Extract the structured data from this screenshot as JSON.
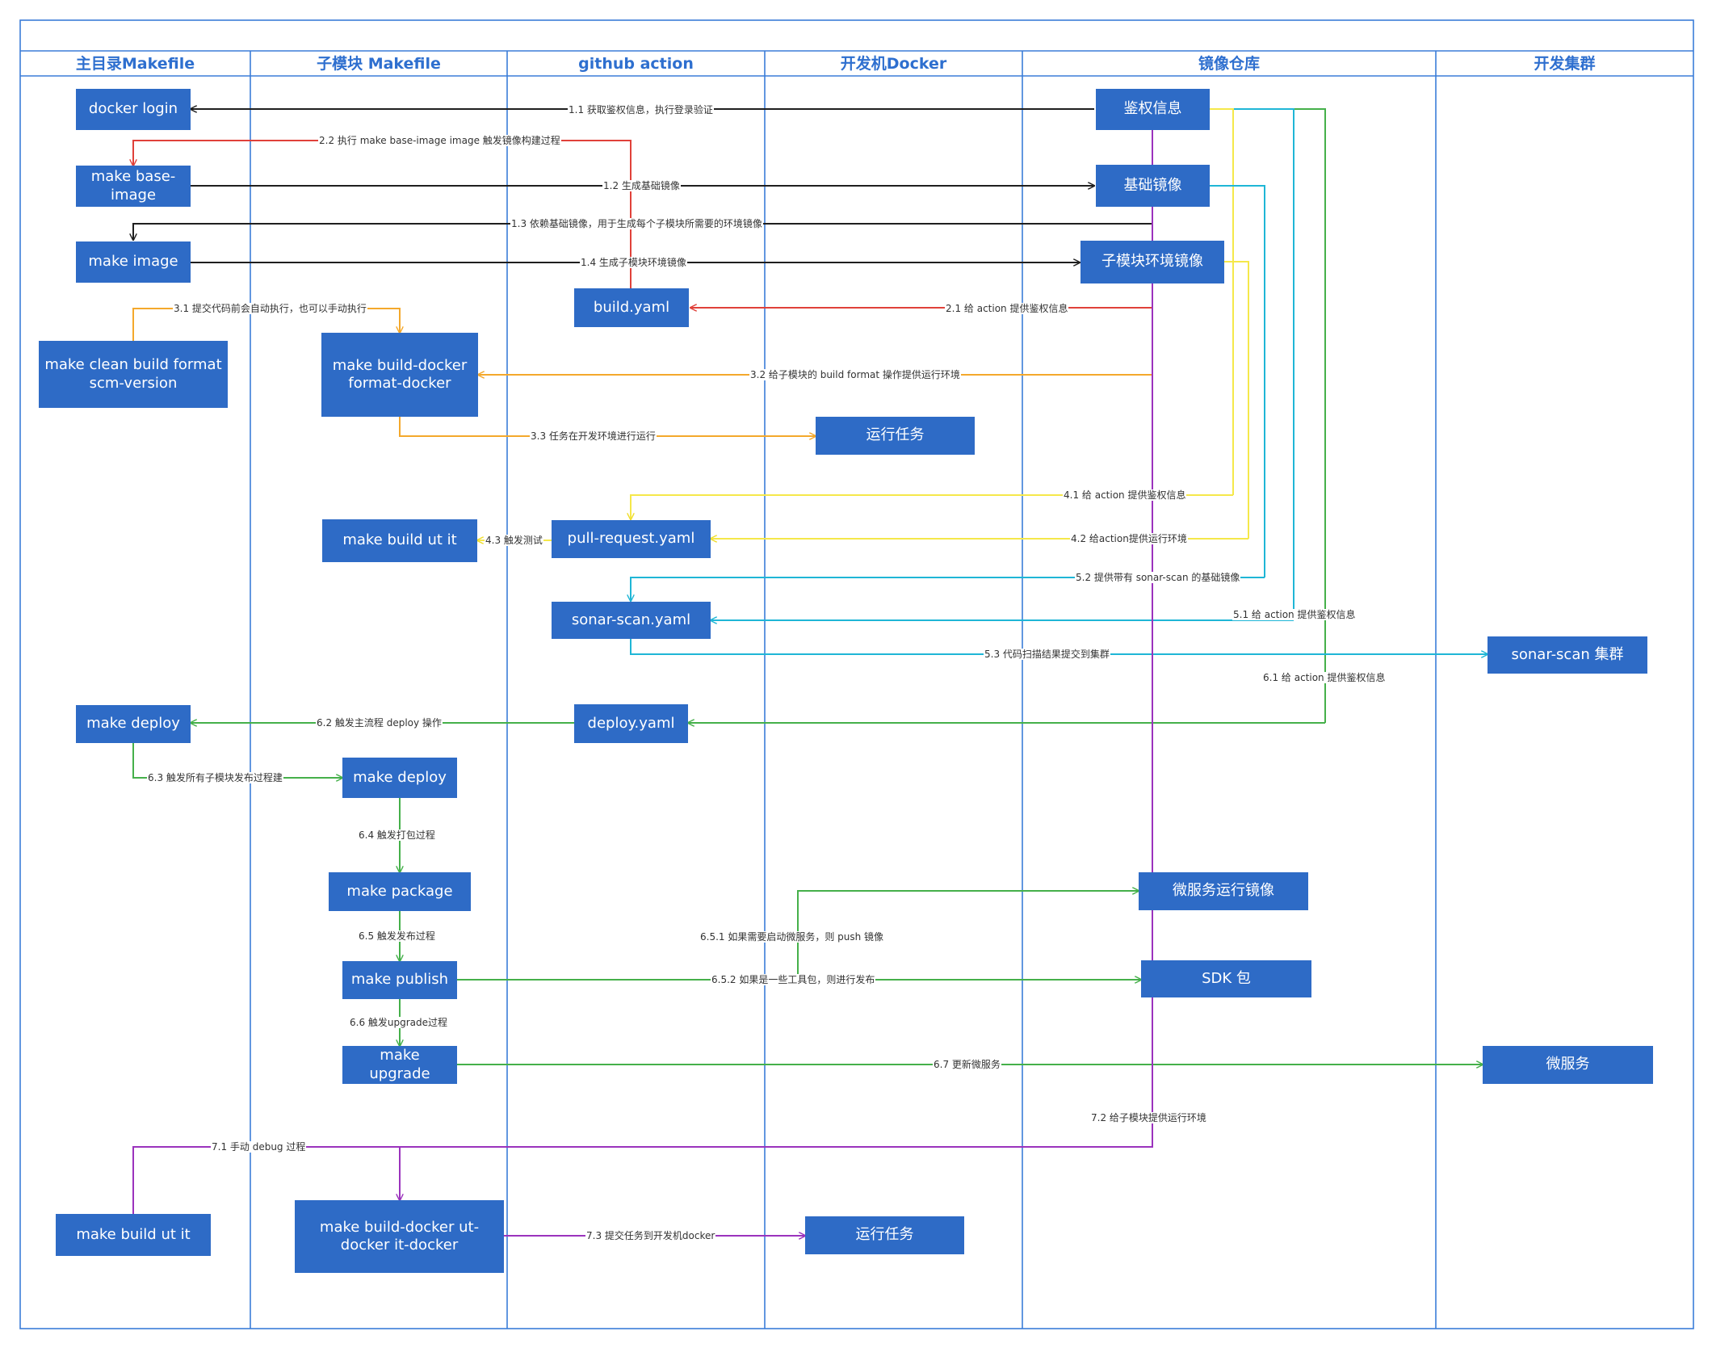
{
  "lanes": [
    {
      "id": "main",
      "title": "主目录Makefile"
    },
    {
      "id": "sub",
      "title": "子模块 Makefile"
    },
    {
      "id": "gha",
      "title": "github action"
    },
    {
      "id": "dev",
      "title": "开发机Docker"
    },
    {
      "id": "repo",
      "title": "镜像仓库"
    },
    {
      "id": "cluster",
      "title": "开发集群"
    }
  ],
  "nodes": {
    "docker_login": "docker login",
    "make_base_image": "make base-\nimage",
    "make_image": "make image",
    "make_clean": "make clean build format\nscm-version",
    "make_deploy_main": "make deploy",
    "make_build_ut_main": "make build ut it",
    "make_build_docker": "make build-docker\nformat-docker",
    "make_build_ut_sub": "make build ut it",
    "make_deploy_sub": "make deploy",
    "make_package": "make package",
    "make_publish": "make publish",
    "make_upgrade": "make upgrade",
    "make_build_docker_ut": "make build-docker ut-\ndocker it-docker",
    "build_yaml": "build.yaml",
    "pull_request_yaml": "pull-request.yaml",
    "sonar_scan_yaml": "sonar-scan.yaml",
    "deploy_yaml": "deploy.yaml",
    "run_task_1": "运行任务",
    "run_task_2": "运行任务",
    "auth_info": "鉴权信息",
    "base_image": "基础镜像",
    "submodule_env_image": "子模块环境镜像",
    "microservice_image": "微服务运行镜像",
    "sdk_package": "SDK 包",
    "sonar_cluster": "sonar-scan 集群",
    "microservice": "微服务"
  },
  "edges": {
    "e1_1": "1.1 获取鉴权信息，执行登录验证",
    "e2_2": "2.2 执行 make base-image image 触发镜像构建过程",
    "e1_2": "1.2 生成基础镜像",
    "e1_3": "1.3 依赖基础镜像，用于生成每个子模块所需要的环境镜像",
    "e1_4": "1.4 生成子模块环境镜像",
    "e2_1": "2.1 给 action 提供鉴权信息",
    "e3_1": "3.1 提交代码前会自动执行，也可以手动执行",
    "e3_2": "3.2 给子模块的 build format 操作提供运行环境",
    "e3_3": "3.3 任务在开发环境进行运行",
    "e4_1": "4.1 给 action 提供鉴权信息",
    "e4_2": "4.2 给action提供运行环境",
    "e4_3": "4.3 触发测试",
    "e5_2": "5.2 提供带有 sonar-scan 的基础镜像",
    "e5_1": "5.1 给 action 提供鉴权信息",
    "e5_3": "5.3 代码扫描结果提交到集群",
    "e6_1": "6.1 给 action 提供鉴权信息",
    "e6_2": "6.2 触发主流程 deploy 操作",
    "e6_3": "6.3 触发所有子模块发布过程建",
    "e6_4": "6.4 触发打包过程",
    "e6_5": "6.5 触发发布过程",
    "e6_5_1": "6.5.1 如果需要启动微服务，则 push 镜像",
    "e6_5_2": "6.5.2 如果是一些工具包，则进行发布",
    "e6_6": "6.6 触发upgrade过程",
    "e6_7": "6.7 更新微服务",
    "e7_2": "7.2 给子模块提供运行环境",
    "e7_1": "7.1 手动 debug 过程",
    "e7_3": "7.3 提交任务到开发机docker"
  },
  "colors": {
    "frame": "#3b7dd8",
    "node_fill": "#2e6bc6",
    "header_text": "#2e6fcf",
    "black": "#1f1f1f",
    "red": "#e0413a",
    "orange": "#f4a82c",
    "yellow": "#f5e84a",
    "cyan": "#1fb6d6",
    "green": "#45b04a",
    "purple": "#9b33bd"
  }
}
